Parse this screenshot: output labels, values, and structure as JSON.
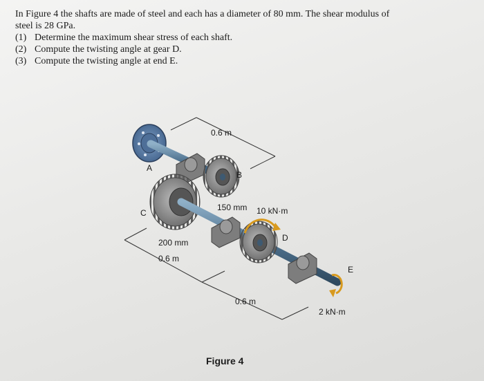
{
  "problem": {
    "intro_line1": "In Figure 4 the shafts are made of steel and each has a diameter of 80 mm. The shear modulus of",
    "intro_line2": "steel is 28 GPa.",
    "items": [
      {
        "num": "(1)",
        "text": "Determine the maximum shear stress of each shaft."
      },
      {
        "num": "(2)",
        "text": "Compute the twisting angle at gear D."
      },
      {
        "num": "(3)",
        "text": "Compute the twisting angle at end E."
      }
    ]
  },
  "figure": {
    "caption": "Figure 4",
    "labels": {
      "A": "A",
      "B": "B",
      "C": "C",
      "D": "D",
      "E": "E",
      "dim_top": "0.6 m",
      "gear_b_radius": "150 mm",
      "torque_d": "10 kN·m",
      "gear_c_radius": "200 mm",
      "dim_left": "0.6 m",
      "dim_bottom": "0.6 m",
      "torque_e": "2 kN·m"
    },
    "colors": {
      "shaft": "#5d7f99",
      "gear": "#8a8a8a",
      "flange": "#5d7ea6",
      "torque_arrow": "#d89a1e"
    }
  }
}
